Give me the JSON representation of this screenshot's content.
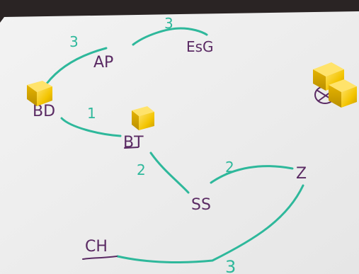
{
  "nodes": [
    {
      "id": "AP",
      "label": "AP"
    },
    {
      "id": "ESG",
      "label": "EsG"
    },
    {
      "id": "BD",
      "label": "BD"
    },
    {
      "id": "BT",
      "label": "BT"
    },
    {
      "id": "SS",
      "label": "SS"
    },
    {
      "id": "Z",
      "label": "Z"
    },
    {
      "id": "CH",
      "label": "CH"
    }
  ],
  "edges": [
    {
      "from": "BD",
      "to": "AP",
      "weight": "3"
    },
    {
      "from": "AP",
      "to": "ESG",
      "weight": "3"
    },
    {
      "from": "BD",
      "to": "BT",
      "weight": "1"
    },
    {
      "from": "BT",
      "to": "SS",
      "weight": "2"
    },
    {
      "from": "SS",
      "to": "Z",
      "weight": "2"
    },
    {
      "from": "Z",
      "to": "CH",
      "weight": "3"
    }
  ],
  "tokens": [
    {
      "id": "token-bd",
      "color": "#f3c400"
    },
    {
      "id": "token-bt",
      "color": "#f3c400"
    },
    {
      "id": "token-right-1",
      "color": "#f3c400"
    },
    {
      "id": "token-right-2",
      "color": "#f3c400"
    }
  ],
  "colors": {
    "paper": "#ededed",
    "background": "#2a2424",
    "edge_stroke": "#2eb89b",
    "node_text": "#5a2a63",
    "weight_text": "#2eb89b"
  }
}
